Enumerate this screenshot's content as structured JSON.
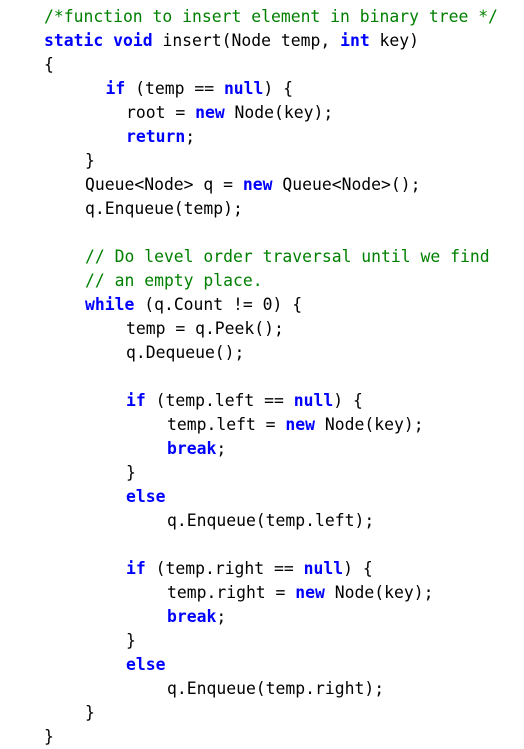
{
  "colors": {
    "keyword": "#0000ff",
    "comment": "#008000",
    "text": "#000000",
    "background": "#ffffff"
  },
  "lines": [
    {
      "indent": 0,
      "tokens": [
        {
          "t": "cm",
          "v": "/*function to insert element in binary tree */"
        }
      ]
    },
    {
      "indent": 0,
      "tokens": [
        {
          "t": "kw",
          "v": "static"
        },
        {
          "t": "tx",
          "v": " "
        },
        {
          "t": "kw",
          "v": "void"
        },
        {
          "t": "tx",
          "v": " insert(Node temp, "
        },
        {
          "t": "kw",
          "v": "int"
        },
        {
          "t": "tx",
          "v": " key)"
        }
      ]
    },
    {
      "indent": 0,
      "tokens": [
        {
          "t": "tx",
          "v": "{"
        }
      ]
    },
    {
      "indent": 3,
      "tokens": [
        {
          "t": "kw",
          "v": "if"
        },
        {
          "t": "tx",
          "v": " (temp == "
        },
        {
          "t": "kw",
          "v": "null"
        },
        {
          "t": "tx",
          "v": ") {"
        }
      ]
    },
    {
      "indent": 4,
      "tokens": [
        {
          "t": "tx",
          "v": "root = "
        },
        {
          "t": "kw",
          "v": "new"
        },
        {
          "t": "tx",
          "v": " Node(key);"
        }
      ]
    },
    {
      "indent": 4,
      "tokens": [
        {
          "t": "kw",
          "v": "return"
        },
        {
          "t": "tx",
          "v": ";"
        }
      ]
    },
    {
      "indent": 2,
      "tokens": [
        {
          "t": "tx",
          "v": "}"
        }
      ]
    },
    {
      "indent": 2,
      "tokens": [
        {
          "t": "tx",
          "v": "Queue<Node> q = "
        },
        {
          "t": "kw",
          "v": "new"
        },
        {
          "t": "tx",
          "v": " Queue<Node>();"
        }
      ]
    },
    {
      "indent": 2,
      "tokens": [
        {
          "t": "tx",
          "v": "q.Enqueue(temp);"
        }
      ]
    },
    {
      "indent": 0,
      "tokens": []
    },
    {
      "indent": 2,
      "tokens": [
        {
          "t": "cm",
          "v": "// Do level order traversal until we find"
        }
      ]
    },
    {
      "indent": 2,
      "tokens": [
        {
          "t": "cm",
          "v": "// an empty place."
        }
      ]
    },
    {
      "indent": 2,
      "tokens": [
        {
          "t": "kw",
          "v": "while"
        },
        {
          "t": "tx",
          "v": " (q.Count != "
        },
        {
          "t": "num",
          "v": "0"
        },
        {
          "t": "tx",
          "v": ") {"
        }
      ]
    },
    {
      "indent": 4,
      "tokens": [
        {
          "t": "tx",
          "v": "temp = q.Peek();"
        }
      ]
    },
    {
      "indent": 4,
      "tokens": [
        {
          "t": "tx",
          "v": "q.Dequeue();"
        }
      ]
    },
    {
      "indent": 0,
      "tokens": []
    },
    {
      "indent": 4,
      "tokens": [
        {
          "t": "kw",
          "v": "if"
        },
        {
          "t": "tx",
          "v": " (temp.left == "
        },
        {
          "t": "kw",
          "v": "null"
        },
        {
          "t": "tx",
          "v": ") {"
        }
      ]
    },
    {
      "indent": 6,
      "tokens": [
        {
          "t": "tx",
          "v": "temp.left = "
        },
        {
          "t": "kw",
          "v": "new"
        },
        {
          "t": "tx",
          "v": " Node(key);"
        }
      ]
    },
    {
      "indent": 6,
      "tokens": [
        {
          "t": "kw",
          "v": "break"
        },
        {
          "t": "tx",
          "v": ";"
        }
      ]
    },
    {
      "indent": 4,
      "tokens": [
        {
          "t": "tx",
          "v": "}"
        }
      ]
    },
    {
      "indent": 4,
      "tokens": [
        {
          "t": "kw",
          "v": "else"
        }
      ]
    },
    {
      "indent": 6,
      "tokens": [
        {
          "t": "tx",
          "v": "q.Enqueue(temp.left);"
        }
      ]
    },
    {
      "indent": 0,
      "tokens": []
    },
    {
      "indent": 4,
      "tokens": [
        {
          "t": "kw",
          "v": "if"
        },
        {
          "t": "tx",
          "v": " (temp.right == "
        },
        {
          "t": "kw",
          "v": "null"
        },
        {
          "t": "tx",
          "v": ") {"
        }
      ]
    },
    {
      "indent": 6,
      "tokens": [
        {
          "t": "tx",
          "v": "temp.right = "
        },
        {
          "t": "kw",
          "v": "new"
        },
        {
          "t": "tx",
          "v": " Node(key);"
        }
      ]
    },
    {
      "indent": 6,
      "tokens": [
        {
          "t": "kw",
          "v": "break"
        },
        {
          "t": "tx",
          "v": ";"
        }
      ]
    },
    {
      "indent": 4,
      "tokens": [
        {
          "t": "tx",
          "v": "}"
        }
      ]
    },
    {
      "indent": 4,
      "tokens": [
        {
          "t": "kw",
          "v": "else"
        }
      ]
    },
    {
      "indent": 6,
      "tokens": [
        {
          "t": "tx",
          "v": "q.Enqueue(temp.right);"
        }
      ]
    },
    {
      "indent": 2,
      "tokens": [
        {
          "t": "tx",
          "v": "}"
        }
      ]
    },
    {
      "indent": 0,
      "tokens": [
        {
          "t": "tx",
          "v": "}"
        }
      ]
    }
  ]
}
